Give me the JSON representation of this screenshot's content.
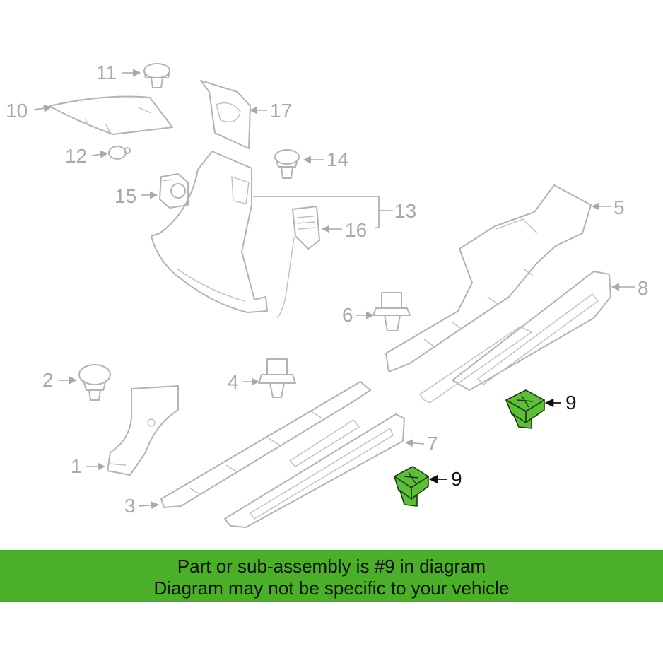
{
  "callouts": {
    "c1": "1",
    "c2": "2",
    "c3": "3",
    "c4": "4",
    "c5": "5",
    "c6": "6",
    "c7": "7",
    "c8": "8",
    "c9a": "9",
    "c9b": "9",
    "c10": "10",
    "c11": "11",
    "c12": "12",
    "c13": "13",
    "c14": "14",
    "c15": "15",
    "c16": "16",
    "c17": "17"
  },
  "banner": {
    "line1": "Part or sub-assembly is #9 in diagram",
    "line2": "Diagram may not be specific to your vehicle"
  },
  "colors": {
    "highlight": "#5cbf3a",
    "banner_bg": "#4caf2a",
    "part_outline": "#b3b3b3"
  }
}
